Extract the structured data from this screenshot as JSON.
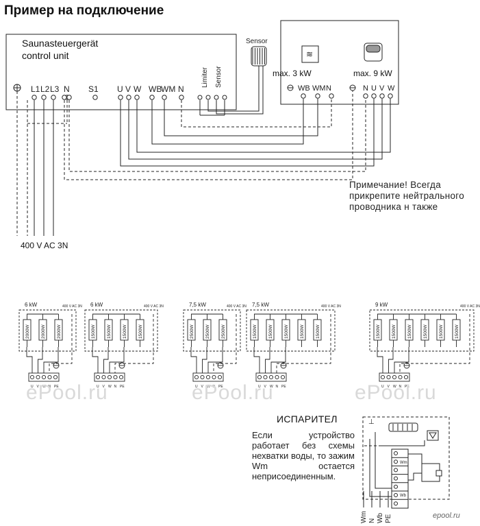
{
  "title": "Пример на подключение",
  "control_unit": {
    "name_line1": "Saunasteuergerät",
    "name_line2": "control unit",
    "terminals": [
      "L1",
      "L2",
      "L3",
      "N",
      "S1",
      "U",
      "V",
      "W",
      "WB",
      "WM",
      "N"
    ],
    "limiter_label": "Limiter",
    "sensor_label": "Sensor"
  },
  "sensor": {
    "label": "Sensor"
  },
  "heater_box": {
    "left_power": "max. 3 kW",
    "right_power": "max. 9 kW",
    "left_terminals": [
      "WB",
      "WM",
      "N"
    ],
    "right_terminals": [
      "N",
      "U",
      "V",
      "W"
    ]
  },
  "supply_label": "400 V AC 3N",
  "note_lines": [
    "Примечание! Всегда",
    "прикрепите нейтрального",
    "проводника н также"
  ],
  "heater_schemes": [
    {
      "power": "6 kW",
      "supply": "400 V AC 3N",
      "elements": [
        "2000W",
        "2000W",
        "2000W"
      ]
    },
    {
      "power": "6 kW",
      "supply": "400 V AC 3N",
      "elements": [
        "1500W",
        "1500W",
        "1500W",
        "1500W"
      ]
    },
    {
      "power": "7,5 kW",
      "supply": "400 V AC 3N",
      "elements": [
        "2500W",
        "2500W",
        "2500W"
      ]
    },
    {
      "power": "7,5 kW",
      "supply": "400 V AC 3N",
      "elements": [
        "1500W",
        "1500W",
        "1500W",
        "1500W",
        "1500W"
      ]
    },
    {
      "power": "9 kW",
      "supply": "400 V AC 3N",
      "elements": [
        "1500W",
        "1500W",
        "1500W",
        "1500W",
        "1500W",
        "1500W"
      ]
    }
  ],
  "scheme_terminal_labels": [
    "U",
    "V",
    "W",
    "N",
    "PE"
  ],
  "watermark": "ePool.ru",
  "evaporator": {
    "title": "ИСПАРИТЕЛ",
    "text": "Если устройство работает без схемы нехватки воды, то зажим Wm остается неприсоединенным.",
    "terminal_labels": [
      "Wm",
      "N",
      "Wb",
      "PE"
    ],
    "block_labels": [
      "Wm",
      "Wb"
    ]
  },
  "logo_text": "epool.ru"
}
